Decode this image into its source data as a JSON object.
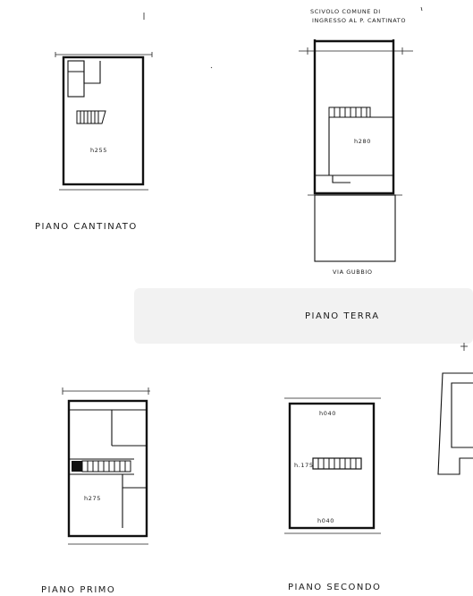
{
  "plans": {
    "basement": {
      "title": "PIANO CANTINATO",
      "height": "h255"
    },
    "ground": {
      "title": "PIANO TERRA",
      "height": "h280",
      "note_line1": "SCIVOLO COMUNE DI",
      "note_line2": "INGRESSO AL P. CANTINATO",
      "street": "VIA GUBBIO"
    },
    "first": {
      "title": "PIANO PRIMO",
      "height": "h275"
    },
    "second": {
      "title": "PIANO SECONDO",
      "height_top": "h040",
      "height_mid": "h.175",
      "height_bottom": "h040"
    }
  }
}
